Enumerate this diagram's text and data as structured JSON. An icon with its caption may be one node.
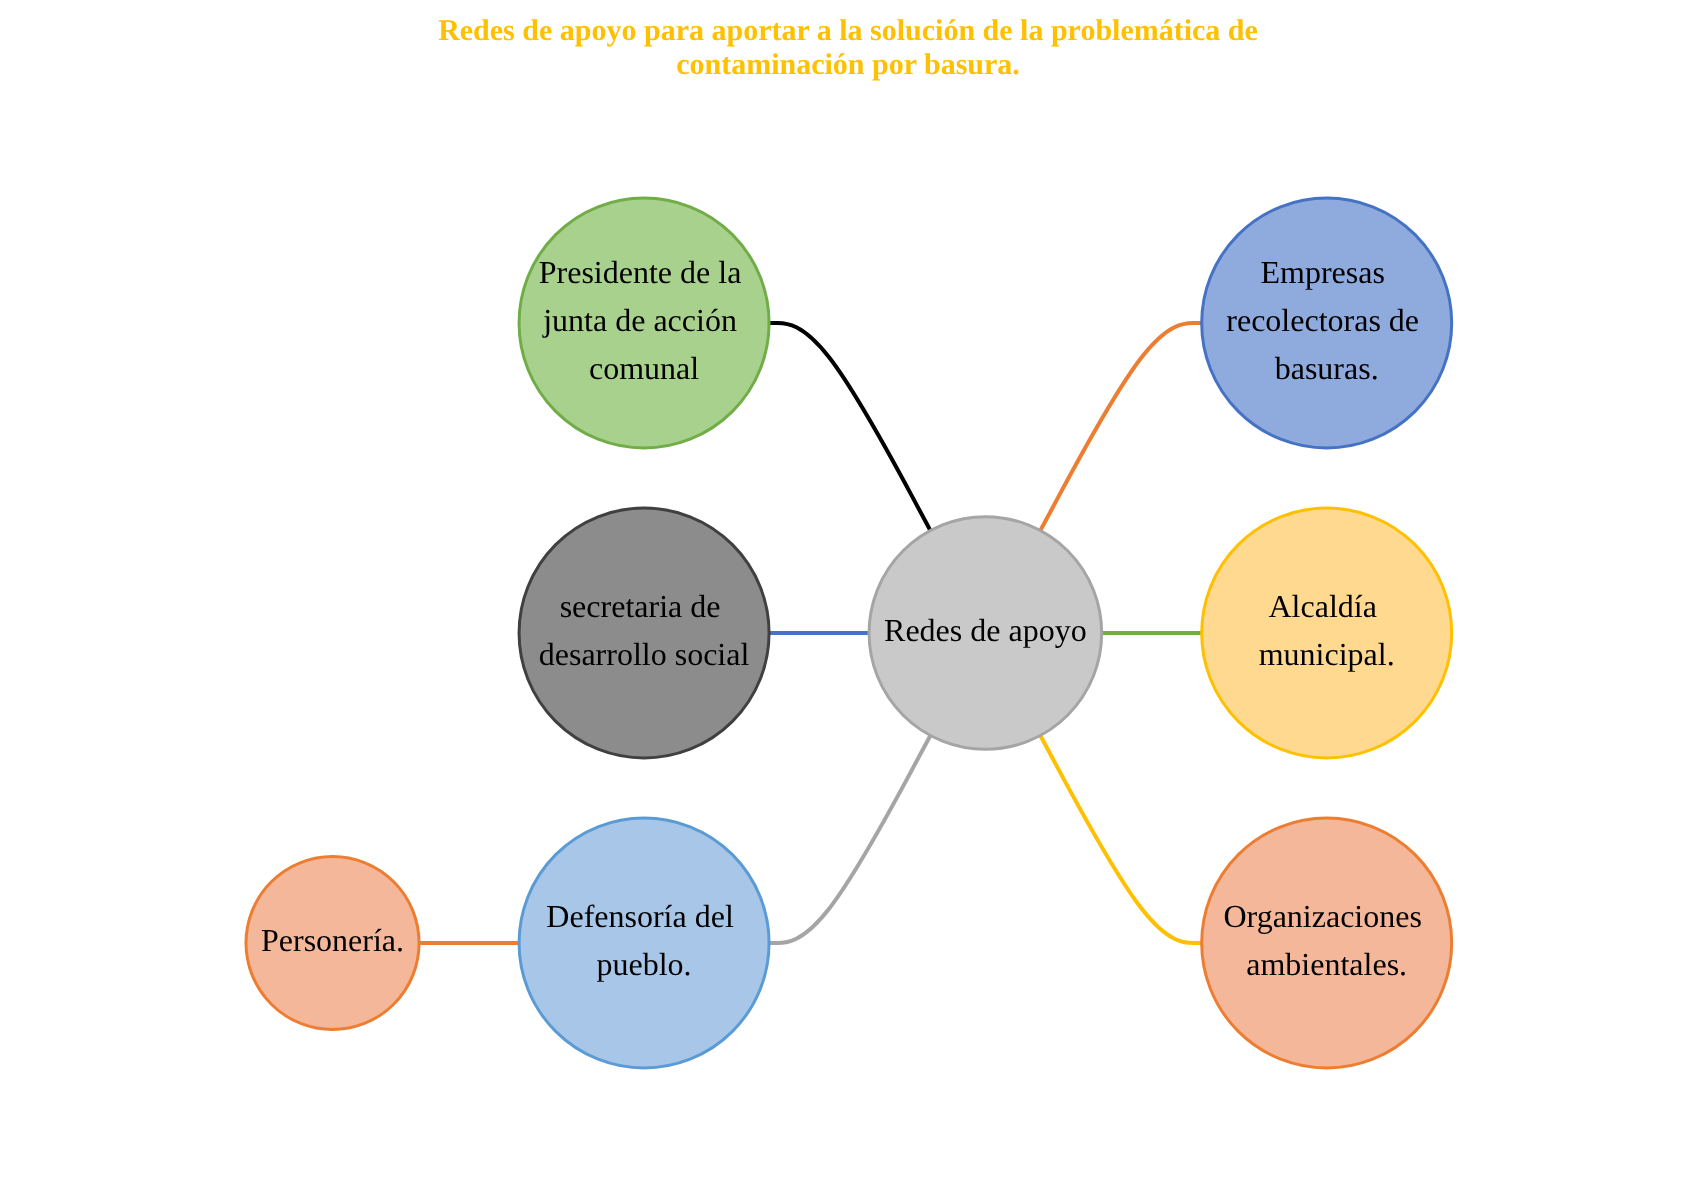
{
  "diagram": {
    "title": "Redes de apoyo para aportar a la solución de la problemática de contaminación por basura.",
    "nodes": [
      {
        "text": [
          "Presidente de la junta de acción comunal"
        ]
      },
      {
        "text": [
          "Empresas recolectoras de basuras."
        ]
      },
      {
        "text": [
          "secretaria de desarrollo social"
        ]
      },
      {
        "text": [
          "Redes de apoyo"
        ]
      },
      {
        "text": [
          "Alcaldía municipal."
        ]
      },
      {
        "text": [
          "Personería."
        ]
      },
      {
        "text": [
          "Defensoría del pueblo."
        ]
      },
      {
        "text": [
          "Organizaciones ambientales."
        ]
      }
    ],
    "edges": [
      {
        "from": 0,
        "to": 3,
        "arrow": "none",
        "color": "#000000"
      },
      {
        "from": 3,
        "to": 1,
        "arrow": "none",
        "color": "#ed7d31"
      },
      {
        "from": 2,
        "to": 3,
        "arrow": "none",
        "color": "#4472c4"
      },
      {
        "from": 3,
        "to": 4,
        "arrow": "none",
        "color": "#70ad47"
      },
      {
        "from": 6,
        "to": 3,
        "arrow": "none",
        "color": "#a5a5a5"
      },
      {
        "from": 3,
        "to": 7,
        "arrow": "none",
        "color": "#ffc000"
      },
      {
        "from": 5,
        "to": 6,
        "arrow": "none",
        "color": "#ed7d31"
      }
    ]
  }
}
